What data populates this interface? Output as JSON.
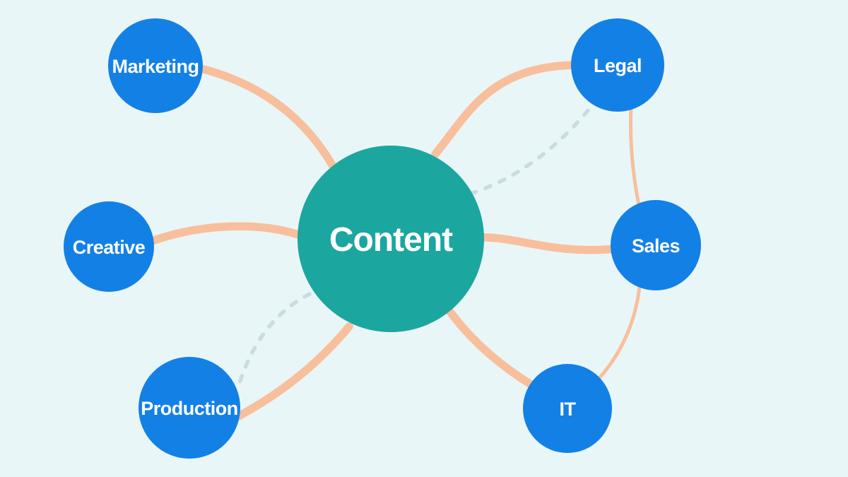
{
  "diagram": {
    "type": "mindmap",
    "colors": {
      "background": "#E9F6F8",
      "center_node": "#1CA6A0",
      "satellite_node": "#1380E6",
      "connector": "#F8BF9C",
      "dashed_connector": "#C8DCE2",
      "label": "#FFFFFF"
    },
    "center": {
      "id": "content",
      "label": "Content"
    },
    "nodes": [
      {
        "id": "marketing",
        "label": "Marketing"
      },
      {
        "id": "legal",
        "label": "Legal"
      },
      {
        "id": "creative",
        "label": "Creative"
      },
      {
        "id": "sales",
        "label": "Sales"
      },
      {
        "id": "production",
        "label": "Production"
      },
      {
        "id": "it",
        "label": "IT"
      }
    ],
    "connections": {
      "solid": [
        {
          "from": "marketing",
          "to": "content"
        },
        {
          "from": "legal",
          "to": "content"
        },
        {
          "from": "creative",
          "to": "content"
        },
        {
          "from": "sales",
          "to": "content"
        },
        {
          "from": "production",
          "to": "content"
        },
        {
          "from": "it",
          "to": "content"
        },
        {
          "from": "legal",
          "to": "sales"
        },
        {
          "from": "sales",
          "to": "it"
        }
      ],
      "dashed": [
        {
          "from": "content",
          "to": "legal"
        },
        {
          "from": "content",
          "to": "production"
        }
      ]
    }
  }
}
